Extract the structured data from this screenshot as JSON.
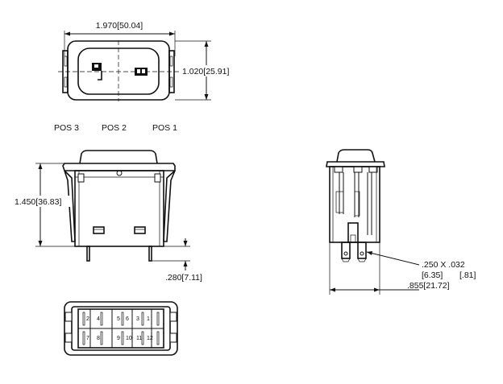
{
  "dimensions": {
    "top_width": "1.970[50.04]",
    "top_height": "1.020[25.91]",
    "front_height": "1.450[36.83]",
    "terminal_length": ".280[7.11]",
    "terminal_size_in": ".250 X .032",
    "terminal_size_mm_1": "[6.35]",
    "terminal_size_mm_2": "[.81]",
    "side_depth": ".855[21.72]"
  },
  "positions": {
    "pos3": "POS 3",
    "pos2": "POS 2",
    "pos1": "POS 1"
  },
  "pins": [
    "2",
    "4",
    "5",
    "6",
    "3",
    "1",
    "7",
    "8",
    "9",
    "10",
    "11",
    "12"
  ]
}
